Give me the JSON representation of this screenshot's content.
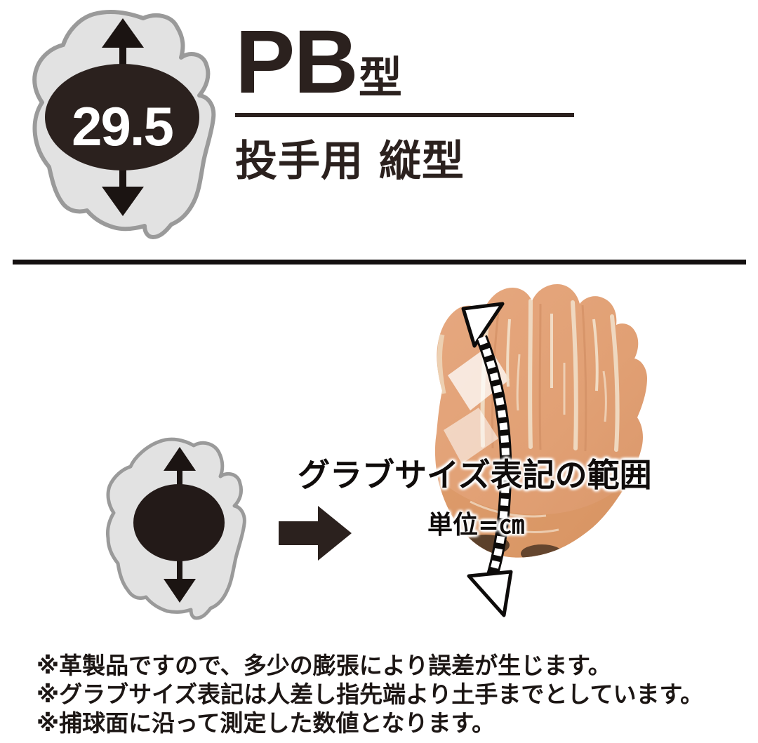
{
  "header": {
    "size_badge": {
      "value": "29.5",
      "icon": "glove-silhouette-with-vertical-measure-arrow"
    },
    "model_code": "PB",
    "model_suffix": "型",
    "subtitle": "投手用 縦型"
  },
  "diagram": {
    "mini_glove_icon": "glove-silhouette-with-vertical-measure-arrow",
    "flow_arrow_icon": "arrow-right-icon",
    "glove_photo_alt": "baseball-glove-photo",
    "range_caption": "グラブサイズ表記の範囲",
    "unit_caption": "単位=㎝",
    "measure_arrow_icon": "double-headed-tape-measure-arrow"
  },
  "notes": [
    "※革製品ですので、多少の膨張により誤差が生じます。",
    "※グラブサイズ表記は人差し指先端より土手までとしています。",
    "※捕球面に沿って測定した数値となります。"
  ],
  "colors": {
    "ink": "#2b211e",
    "divider": "#141010",
    "glove_outline": "#9a9a9a",
    "glove_fill": "#e2e2e2",
    "leather": "#e2a176",
    "leather_shadow": "#c98755",
    "lacing": "#efd9bf",
    "background": "#ffffff"
  }
}
